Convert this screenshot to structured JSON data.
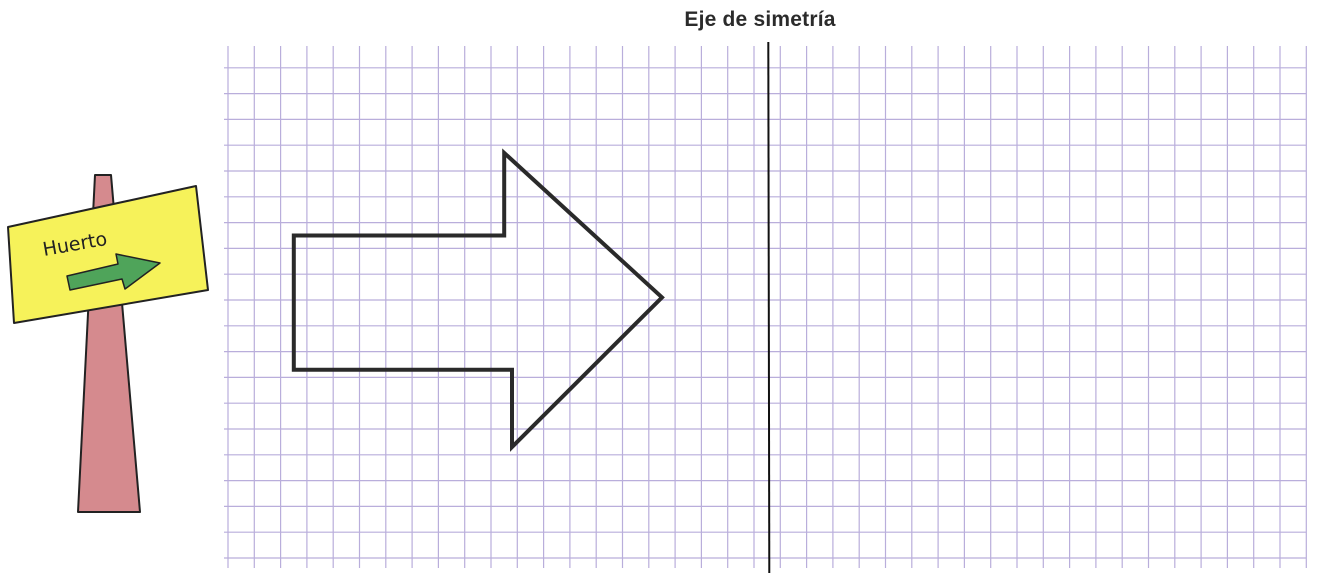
{
  "title": "Eje de simetría",
  "sign": {
    "label": "Huerto",
    "post_color": "#d58a8e",
    "board_color": "#f6f25a",
    "arrow_color": "#4fa45a"
  },
  "grid": {
    "columns": 41,
    "rows": 20,
    "line_color": "#b9aedb"
  },
  "axis": {
    "column": 21,
    "color": "#111111"
  },
  "figure": {
    "name": "arrow",
    "vertices_in_cells": [
      [
        2.5,
        7.5
      ],
      [
        10.5,
        7.5
      ],
      [
        10.5,
        4.3
      ],
      [
        16.5,
        9.9
      ],
      [
        10.8,
        15.7
      ],
      [
        10.8,
        12.7
      ],
      [
        2.5,
        12.7
      ]
    ],
    "stroke_color": "#2a2a2a"
  }
}
